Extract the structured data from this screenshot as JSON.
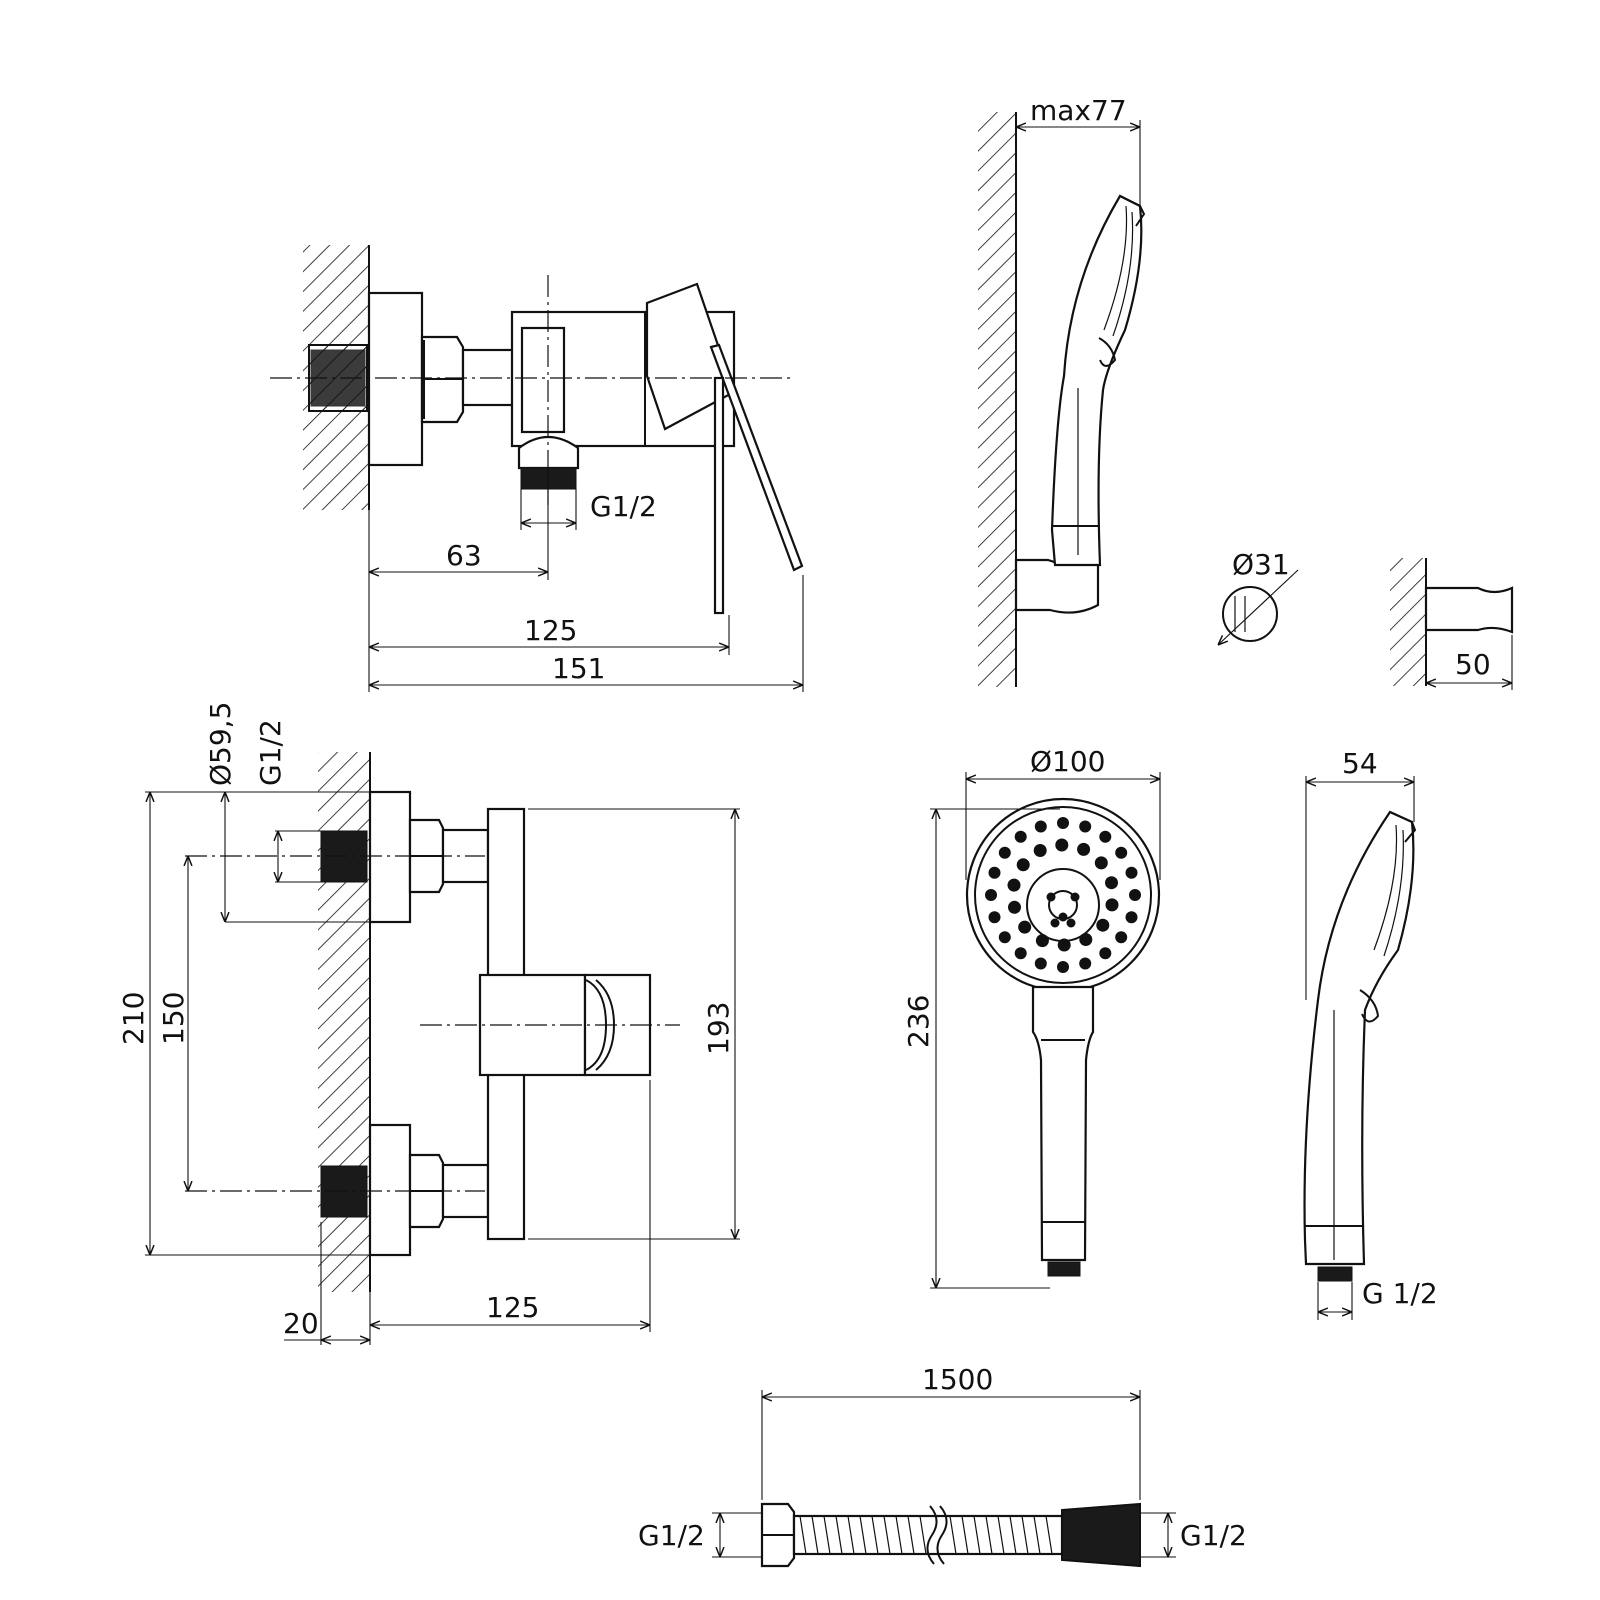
{
  "colors": {
    "ink": "#111111",
    "paper": "#ffffff"
  },
  "side_view": {
    "thread_label": "G1/2",
    "dim_63": "63",
    "dim_125": "125",
    "dim_151": "151"
  },
  "front_view": {
    "dim_diameter": "Ø59,5",
    "dim_thread": "G1/2",
    "dim_210": "210",
    "dim_150": "150",
    "dim_193": "193",
    "dim_125": "125",
    "dim_20": "20"
  },
  "holder_view": {
    "dim_max": "max77",
    "dim_diameter": "Ø31",
    "dim_50": "50"
  },
  "hand_shower_front": {
    "dim_diameter": "Ø100",
    "dim_length": "236"
  },
  "hand_shower_side": {
    "dim_width": "54",
    "thread_label": "G 1/2"
  },
  "hose": {
    "dim_length": "1500",
    "thread_left": "G1/2",
    "thread_right": "G1/2"
  }
}
